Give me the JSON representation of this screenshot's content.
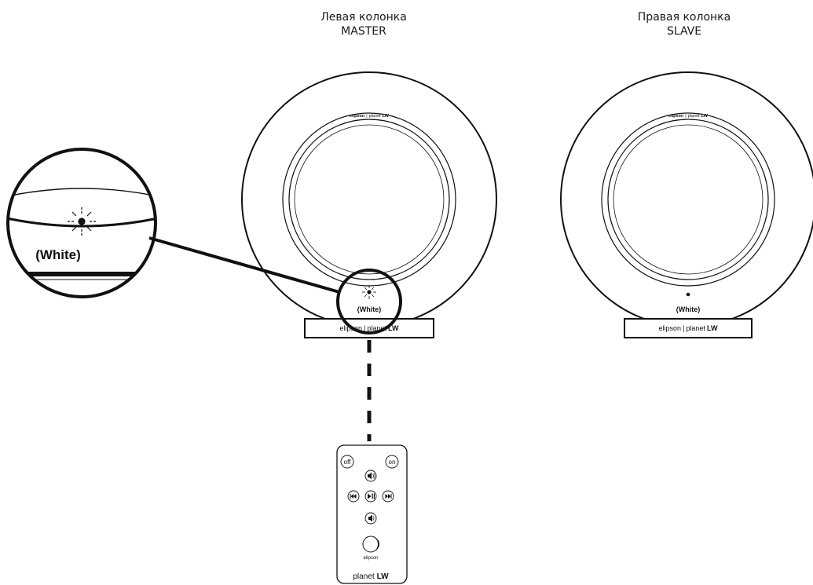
{
  "left_speaker": {
    "title_line1": "Левая колонка",
    "title_line2": "MASTER",
    "ring_brand": "elipson",
    "ring_model": "planet",
    "ring_model_suffix": "LW",
    "base_brand": "elipson",
    "base_model": "planet",
    "base_model_suffix": "LW",
    "led_label": "(White)",
    "led_state": "blinking"
  },
  "right_speaker": {
    "title_line1": "Правая колонка",
    "title_line2": "SLAVE",
    "ring_brand": "elipson",
    "ring_model": "planet",
    "ring_model_suffix": "LW",
    "base_brand": "elipson",
    "base_model": "planet",
    "base_model_suffix": "LW",
    "led_label": "(White)",
    "led_state": "steady"
  },
  "zoom_callout": {
    "led_label": "(White)"
  },
  "remote": {
    "off_label": "off",
    "on_label": "on",
    "brand": "elipson",
    "model": "planet",
    "model_suffix": "LW",
    "buttons": [
      "volume-up",
      "previous",
      "play-pause",
      "next",
      "volume-down"
    ]
  },
  "colors": {
    "stroke": "#111111",
    "background": "#ffffff"
  }
}
